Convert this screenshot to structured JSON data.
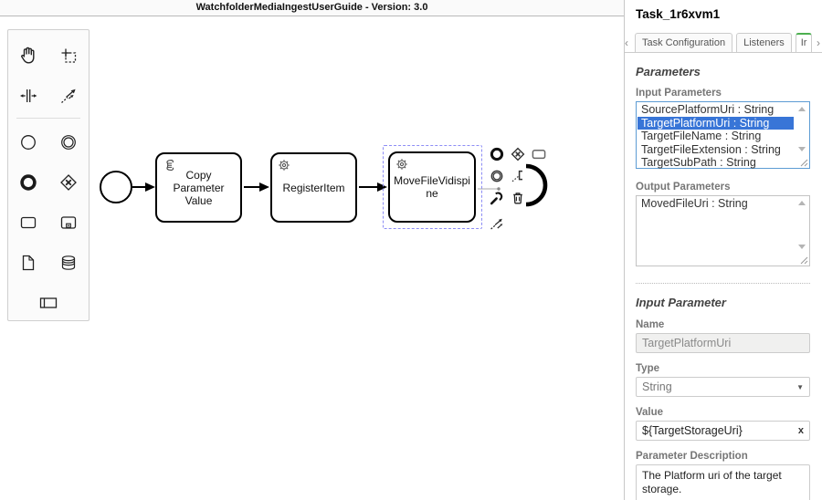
{
  "header": {
    "title": "WatchfolderMediaIngestUserGuide - Version: 3.0"
  },
  "palette": {
    "tools": [
      "hand-tool",
      "lasso-tool",
      "space-tool",
      "global-connect-tool",
      "create-start-event",
      "create-intermediate-event",
      "create-end-event",
      "create-gateway",
      "create-task",
      "create-subprocess",
      "create-data-object",
      "create-data-store",
      "create-participant"
    ]
  },
  "diagram": {
    "start_event": "start-event",
    "tasks": [
      {
        "label": "Copy Parameter Value",
        "type": "script-task"
      },
      {
        "label": "RegisterItem",
        "type": "service-task"
      },
      {
        "label": "MoveFileVidispine",
        "type": "service-task",
        "selected": true
      }
    ],
    "context_pad": [
      "append-end-event",
      "append-gateway",
      "append-task",
      "append-intermediate-event",
      "append-text-annotation",
      "change-type-wrench",
      "delete-trash",
      "connect"
    ]
  },
  "panel": {
    "title": "Task_1r6xvm1",
    "tabs": {
      "scroll_left": "‹",
      "scroll_right": "›",
      "items": [
        {
          "label": "Task Configuration"
        },
        {
          "label": "Listeners"
        },
        {
          "label": "Ir"
        }
      ],
      "active_index": 2
    },
    "parameters_heading": "Parameters",
    "input_parameters": {
      "label": "Input Parameters",
      "items": [
        "SourcePlatformUri : String",
        "TargetPlatformUri : String",
        "TargetFileName : String",
        "TargetFileExtension : String",
        "TargetSubPath : String"
      ],
      "selected": "TargetPlatformUri : String"
    },
    "output_parameters": {
      "label": "Output Parameters",
      "items": [
        "MovedFileUri : String"
      ]
    },
    "input_parameter": {
      "heading": "Input Parameter",
      "name_label": "Name",
      "name_value": "TargetPlatformUri",
      "type_label": "Type",
      "type_value": "String",
      "value_label": "Value",
      "value_value": "${TargetStorageUri}",
      "clear_label": "x",
      "description_label": "Parameter Description",
      "description_value": "The Platform uri of the target storage."
    },
    "colors": {
      "selection_blue": "#3875d7",
      "active_tab_green": "#4caf50",
      "focused_list_border": "#5d9cd4"
    }
  }
}
